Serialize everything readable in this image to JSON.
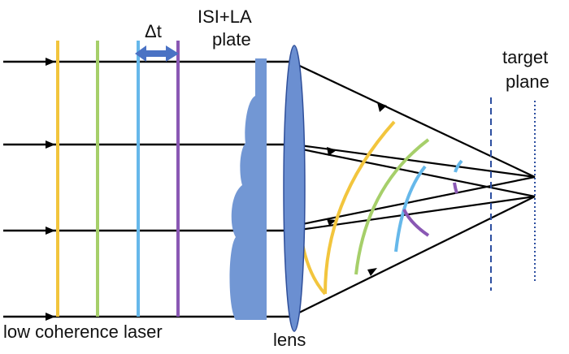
{
  "labels": {
    "delta_t": "Δt",
    "plate_line1": "ISI+LA",
    "plate_line2": "plate",
    "target_line1": "target",
    "target_line2": "plane",
    "laser": "low coherence laser",
    "lens": "lens"
  },
  "colors": {
    "beam": "#000000",
    "plate": "#7297d4",
    "lens": "#6b8fd1",
    "lens_outline": "#2f4f9a",
    "arrow": "#4a72c4",
    "plane_dashed": "#2d4fa0",
    "plane_dotted": "#2d4fa0",
    "wave_yellow": "#f2c53d",
    "wave_green": "#a6cf6a",
    "wave_blue": "#66b8ea",
    "wave_purple": "#8a58b4"
  }
}
